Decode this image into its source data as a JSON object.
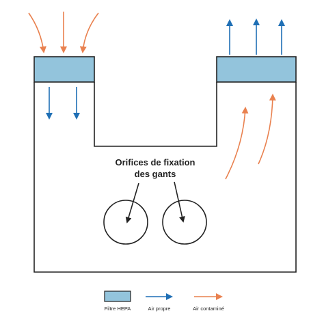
{
  "labels": {
    "glove_ports_line1": "Orifices de fixation",
    "glove_ports_line2": "des gants"
  },
  "legend": {
    "hepa_filter": "Filtre HEPA",
    "clean_air": "Air propre",
    "contaminated_air": "Air contaminé"
  },
  "colors": {
    "hepa_fill": "#93c4dc",
    "clean_air_arrow": "#1f6fb5",
    "contaminated_air_arrow": "#e9814f",
    "outline": "#222222"
  }
}
